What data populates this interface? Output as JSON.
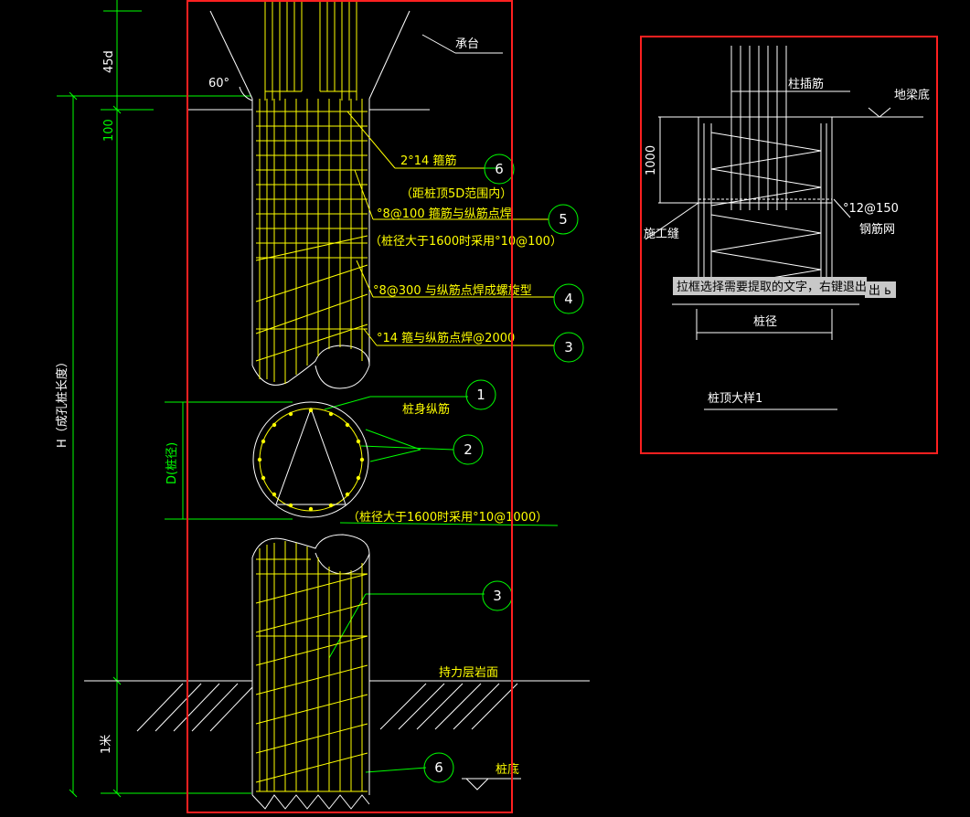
{
  "main_drawing": {
    "dim_45d": "45d",
    "dim_100": "100",
    "angle_60": "60°",
    "label_chengtai": "承台",
    "dim_H": "H（成孔桩长度）",
    "dim_D": "D(桩径)",
    "dim_1m": "1米",
    "callout_6_top": "2°14 箍筋",
    "callout_6_note": "（距桩顶5D范围内）",
    "callout_5": "°8@100 箍筋与纵筋点焊",
    "callout_5_note": "（桩径大于1600时采用°10@100）",
    "callout_4": "°8@300 与纵筋点焊成螺旋型",
    "callout_3_top": "°14 箍与纵筋点焊@2000",
    "label_zhuangshen": "桩身纵筋",
    "callout_section_note": "（桩径大于1600时采用°10@1000）",
    "label_chilicheng": "持力层岩面",
    "label_zhuangdi": "桩底",
    "bubbles": {
      "b1": "1",
      "b2": "2",
      "b3": "3",
      "b4": "4",
      "b5": "5",
      "b6": "6"
    }
  },
  "detail_drawing": {
    "label_zhuchajin": "柱插筋",
    "label_diliangdi": "地梁底",
    "dim_1000": "1000",
    "label_rebar": "°12@150",
    "label_gangjinwang": "钢筋网",
    "label_shigongfeng": "施工缝",
    "label_zhuangjing": "桩径",
    "title": "桩顶大样1"
  },
  "tooltip": {
    "text": "拉框选择需要提取的文字，右键退出",
    "tail": "出 ь"
  },
  "colors": {
    "background": "#000000",
    "selection_frame": "#ff2020",
    "rebar": "#ffff00",
    "dimension": "#00ff00",
    "line": "#ffffff"
  }
}
